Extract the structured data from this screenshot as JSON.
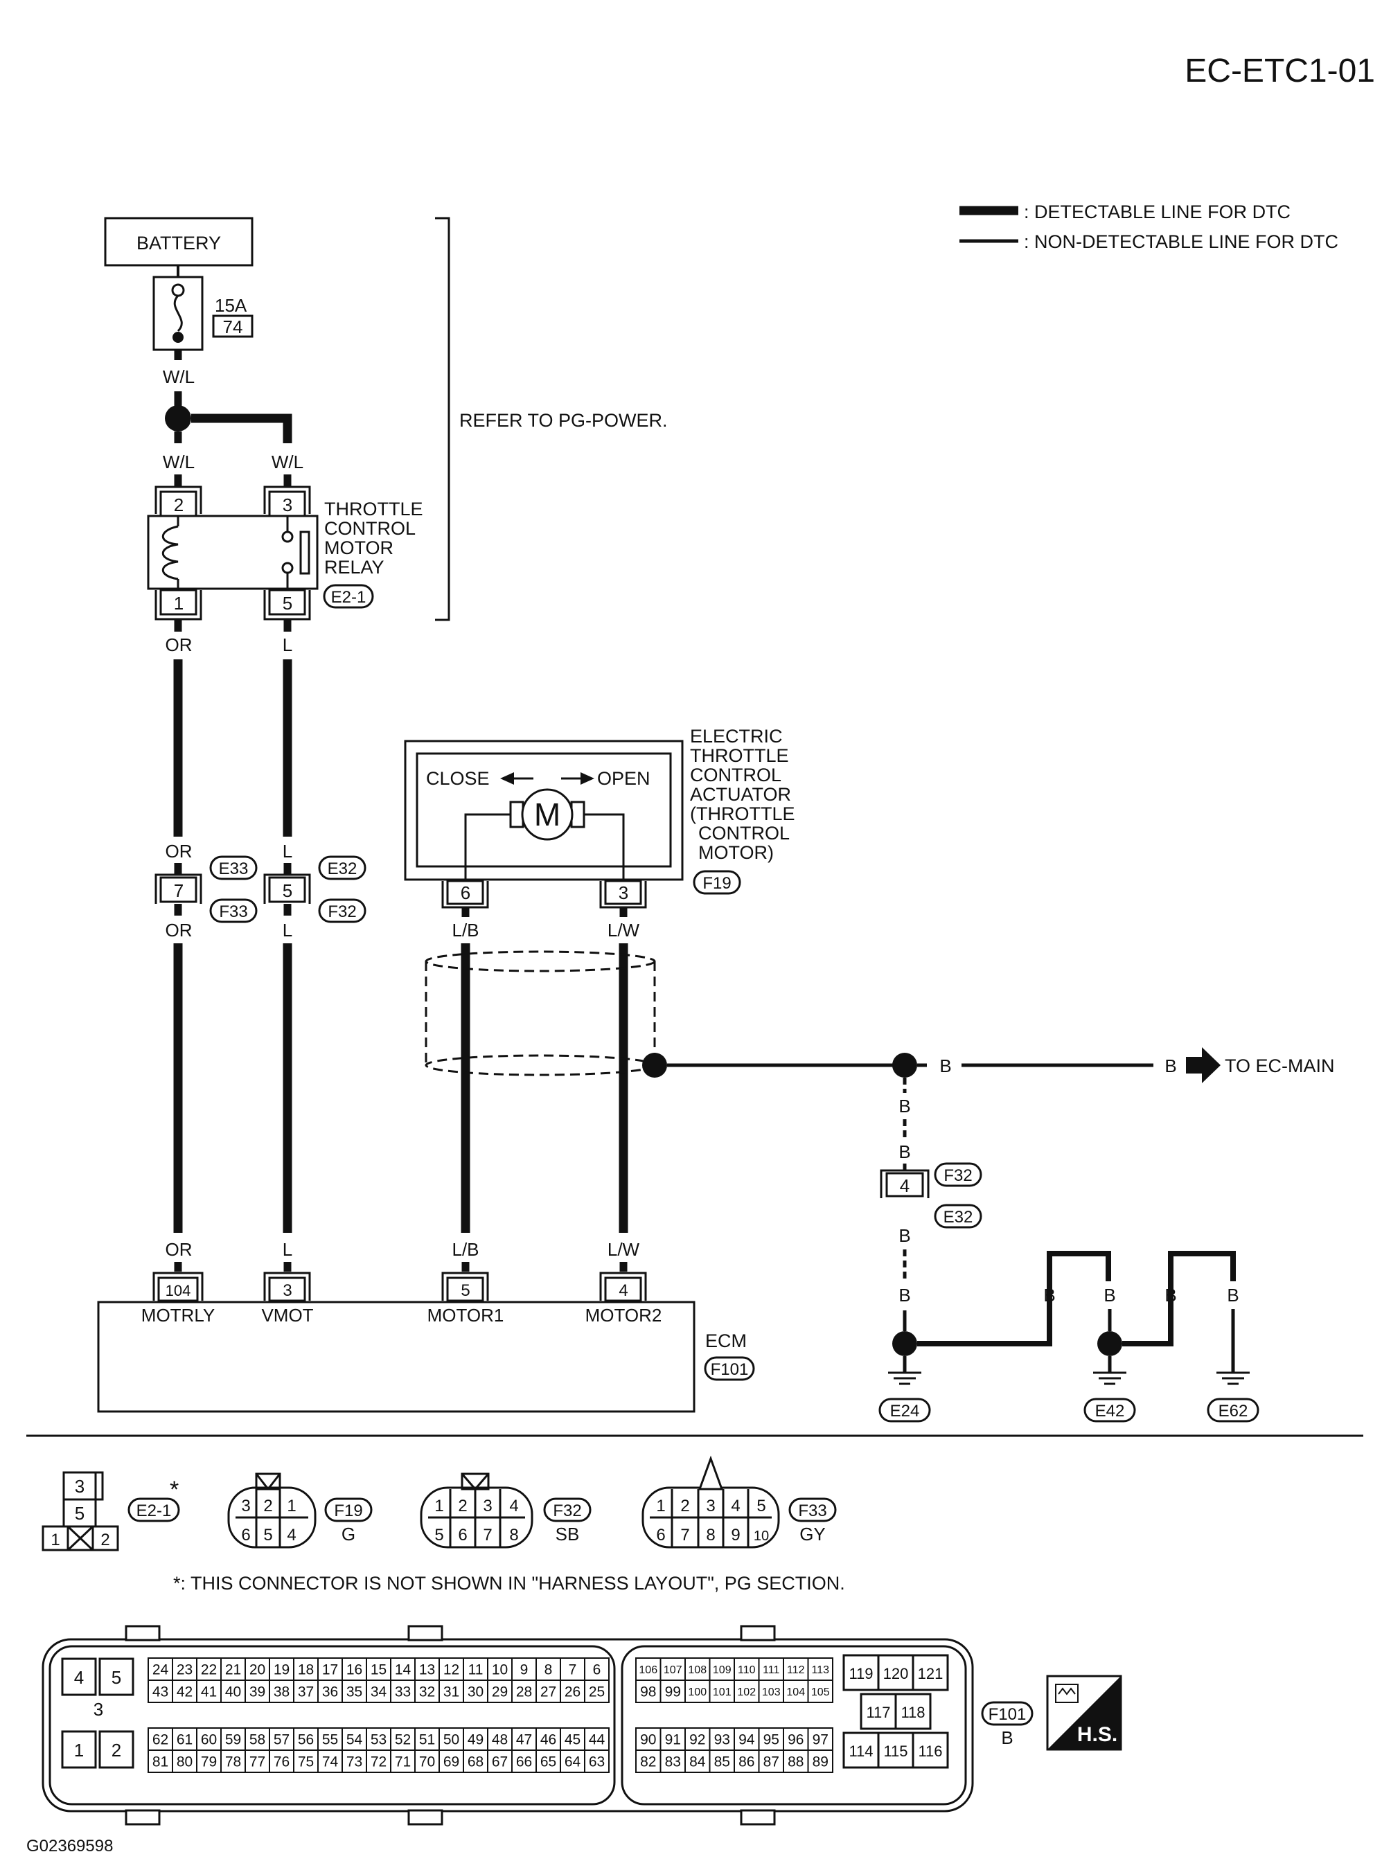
{
  "header": {
    "page_code": "EC-ETC1-01"
  },
  "legend": {
    "detectable": ": DETECTABLE LINE FOR DTC",
    "non_detectable": ": NON-DETECTABLE LINE FOR DTC"
  },
  "power": {
    "battery": "BATTERY",
    "fuse_rating": "15A",
    "fuse_number": "74",
    "refer_note": "REFER TO PG-POWER."
  },
  "relay": {
    "name_lines": [
      "THROTTLE",
      "CONTROL",
      "MOTOR",
      "RELAY"
    ],
    "connector": "E2-1",
    "pins": [
      "2",
      "3",
      "1",
      "5"
    ]
  },
  "actuator": {
    "name_lines": [
      "ELECTRIC",
      "THROTTLE",
      "CONTROL",
      "ACTUATOR",
      "(THROTTLE",
      "CONTROL",
      "MOTOR)"
    ],
    "close_label": "CLOSE",
    "open_label": "OPEN",
    "motor_symbol": "M",
    "connector": "F19",
    "pins": [
      "6",
      "3"
    ]
  },
  "wires": {
    "wl": "W/L",
    "or": "OR",
    "l": "L",
    "lb": "L/B",
    "lw": "L/W",
    "b": "B"
  },
  "joint_connectors": {
    "e33": "E33",
    "f33": "F33",
    "e32": "E32",
    "f32": "F32",
    "pin_7": "7",
    "pin_5": "5",
    "pin_4": "4"
  },
  "ground": {
    "to_main": "TO EC-MAIN",
    "points": [
      "E24",
      "E42",
      "E62"
    ]
  },
  "ecm": {
    "label": "ECM",
    "connector": "F101",
    "pins": [
      "104",
      "3",
      "5",
      "4"
    ],
    "terminals": [
      "MOTRLY",
      "VMOT",
      "MOTOR1",
      "MOTOR2"
    ]
  },
  "connector_views": {
    "e21": {
      "id": "E2-1",
      "star": "*",
      "pins": [
        "3",
        "5",
        "1",
        "2"
      ]
    },
    "f19": {
      "id": "F19",
      "color": "G",
      "top": [
        "3",
        "2",
        "1"
      ],
      "bottom": [
        "6",
        "5",
        "4"
      ]
    },
    "f32": {
      "id": "F32",
      "color": "SB",
      "top": [
        "1",
        "2",
        "3",
        "4"
      ],
      "bottom": [
        "5",
        "6",
        "7",
        "8"
      ]
    },
    "f33": {
      "id": "F33",
      "color": "GY",
      "top": [
        "1",
        "2",
        "3",
        "4",
        "5"
      ],
      "bottom": [
        "6",
        "7",
        "8",
        "9",
        "10"
      ]
    }
  },
  "footnote": "*: THIS CONNECTOR IS NOT SHOWN IN \"HARNESS LAYOUT\", PG SECTION.",
  "ecm_connector": {
    "id": "F101",
    "color": "B",
    "left_block": [
      "4",
      "5",
      "3",
      "1",
      "2"
    ],
    "row1": [
      "24",
      "23",
      "22",
      "21",
      "20",
      "19",
      "18",
      "17",
      "16",
      "15",
      "14",
      "13",
      "12",
      "11",
      "10",
      "9",
      "8",
      "7",
      "6"
    ],
    "row2": [
      "43",
      "42",
      "41",
      "40",
      "39",
      "38",
      "37",
      "36",
      "35",
      "34",
      "33",
      "32",
      "31",
      "30",
      "29",
      "28",
      "27",
      "26",
      "25"
    ],
    "row3": [
      "62",
      "61",
      "60",
      "59",
      "58",
      "57",
      "56",
      "55",
      "54",
      "53",
      "52",
      "51",
      "50",
      "49",
      "48",
      "47",
      "46",
      "45",
      "44"
    ],
    "row4": [
      "81",
      "80",
      "79",
      "78",
      "77",
      "76",
      "75",
      "74",
      "73",
      "72",
      "71",
      "70",
      "69",
      "68",
      "67",
      "66",
      "65",
      "64",
      "63"
    ],
    "mid1": [
      "106",
      "107",
      "108",
      "109",
      "110",
      "111",
      "112",
      "113"
    ],
    "mid2": [
      "98",
      "99",
      "100",
      "101",
      "102",
      "103",
      "104",
      "105"
    ],
    "mid3": [
      "90",
      "91",
      "92",
      "93",
      "94",
      "95",
      "96",
      "97"
    ],
    "mid4": [
      "82",
      "83",
      "84",
      "85",
      "86",
      "87",
      "88",
      "89"
    ],
    "right_top": [
      "119",
      "120",
      "121"
    ],
    "right_mid": [
      "117",
      "118"
    ],
    "right_bottom": [
      "114",
      "115",
      "116"
    ]
  },
  "hs_label": "H.S.",
  "figure_id": "G02369598"
}
